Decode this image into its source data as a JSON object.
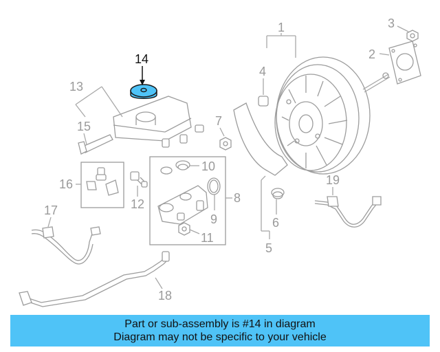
{
  "highlight": {
    "part_number": "14",
    "color": "#4fc3f7"
  },
  "callouts": {
    "c1": "1",
    "c2": "2",
    "c3": "3",
    "c4": "4",
    "c5": "5",
    "c6": "6",
    "c7": "7",
    "c8": "8",
    "c9": "9",
    "c10": "10",
    "c11": "11",
    "c12": "12",
    "c13": "13",
    "c14": "14",
    "c15": "15",
    "c16": "16",
    "c17": "17",
    "c18": "18",
    "c19": "19"
  },
  "banner": {
    "line1": "Part or sub-assembly is #14 in diagram",
    "line2": "Diagram may not be specific to your vehicle",
    "background": "#4fc3f7"
  }
}
